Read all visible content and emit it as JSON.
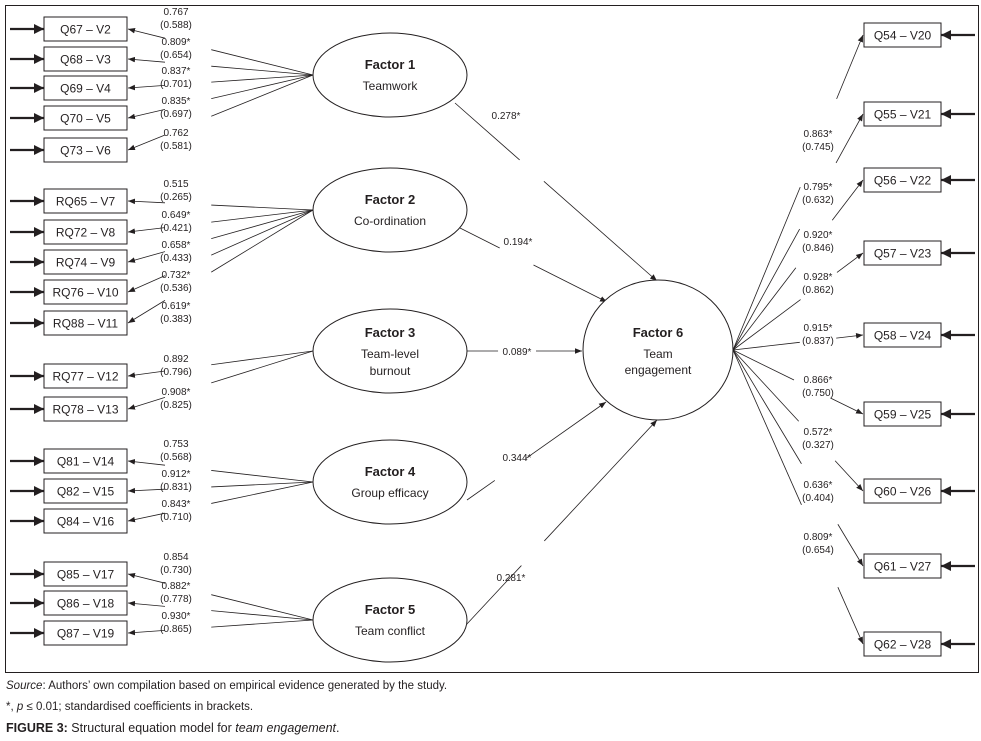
{
  "diagram": {
    "type": "structural-equation-model",
    "factors": [
      {
        "id": "f1",
        "title": "Factor 1",
        "subtitle": [
          "Teamwork"
        ],
        "indicators": [
          {
            "label": "Q67 – V2",
            "coef": "0.767",
            "std": "(0.588)"
          },
          {
            "label": "Q68 – V3",
            "coef": "0.809*",
            "std": "(0.654)"
          },
          {
            "label": "Q69 – V4",
            "coef": "0.837*",
            "std": "(0.701)"
          },
          {
            "label": "Q70 – V5",
            "coef": "0.835*",
            "std": "(0.697)"
          },
          {
            "label": "Q73 – V6",
            "coef": "0.762",
            "std": "(0.581)"
          }
        ],
        "path_to_outcome": "0.278*"
      },
      {
        "id": "f2",
        "title": "Factor 2",
        "subtitle": [
          "Co-ordination"
        ],
        "indicators": [
          {
            "label": "RQ65 – V7",
            "coef": "0.515",
            "std": "(0.265)"
          },
          {
            "label": "RQ72 – V8",
            "coef": "0.649*",
            "std": "(0.421)"
          },
          {
            "label": "RQ74 – V9",
            "coef": "0.658*",
            "std": "(0.433)"
          },
          {
            "label": "RQ76 – V10",
            "coef": "0.732*",
            "std": "(0.536)"
          },
          {
            "label": "RQ88 – V11",
            "coef": "0.619*",
            "std": "(0.383)"
          }
        ],
        "path_to_outcome": "0.194*"
      },
      {
        "id": "f3",
        "title": "Factor 3",
        "subtitle": [
          "Team-level",
          "burnout"
        ],
        "indicators": [
          {
            "label": "RQ77 – V12",
            "coef": "0.892",
            "std": "(0.796)"
          },
          {
            "label": "RQ78 – V13",
            "coef": "0.908*",
            "std": "(0.825)"
          }
        ],
        "path_to_outcome": "0.089*"
      },
      {
        "id": "f4",
        "title": "Factor 4",
        "subtitle": [
          "Group efficacy"
        ],
        "indicators": [
          {
            "label": "Q81 – V14",
            "coef": "0.753",
            "std": "(0.568)"
          },
          {
            "label": "Q82 – V15",
            "coef": "0.912*",
            "std": "(0.831)"
          },
          {
            "label": "Q84 – V16",
            "coef": "0.843*",
            "std": "(0.710)"
          }
        ],
        "path_to_outcome": "0.344*"
      },
      {
        "id": "f5",
        "title": "Factor 5",
        "subtitle": [
          "Team conflict"
        ],
        "indicators": [
          {
            "label": "Q85 – V17",
            "coef": "0.854",
            "std": "(0.730)"
          },
          {
            "label": "Q86 – V18",
            "coef": "0.882*",
            "std": "(0.778)"
          },
          {
            "label": "Q87 – V19",
            "coef": "0.930*",
            "std": "(0.865)"
          }
        ],
        "path_to_outcome": "0.281*"
      }
    ],
    "outcome": {
      "id": "f6",
      "title": "Factor 6",
      "subtitle": [
        "Team",
        "engagement"
      ],
      "indicators": [
        {
          "label": "Q54 – V20",
          "coef": "0.863*",
          "std": "(0.745)"
        },
        {
          "label": "Q55 – V21",
          "coef": "0.795*",
          "std": "(0.632)"
        },
        {
          "label": "Q56 – V22",
          "coef": "0.920*",
          "std": "(0.846)"
        },
        {
          "label": "Q57 – V23",
          "coef": "0.928*",
          "std": "(0.862)"
        },
        {
          "label": "Q58 – V24",
          "coef": "0.915*",
          "std": "(0.837)"
        },
        {
          "label": "Q59 – V25",
          "coef": "0.866*",
          "std": "(0.750)"
        },
        {
          "label": "Q60 – V26",
          "coef": "0.572*",
          "std": "(0.327)"
        },
        {
          "label": "Q61 – V27",
          "coef": "0.636*",
          "std": "(0.404)"
        },
        {
          "label": "Q62 – V28",
          "coef": "0.809*",
          "std": "(0.654)"
        }
      ]
    },
    "colors": {
      "line": "#231f20",
      "box_border": "#231f20",
      "background": "#ffffff"
    }
  },
  "captions": {
    "source_label": "Source",
    "source_text": ": Authors’ own compilation based on empirical evidence generated by the study.",
    "note_star": "*, ",
    "note_p": "p",
    "note_text": " ≤ 0.01; standardised coefficients in brackets.",
    "figure_label": "FIGURE 3:",
    "figure_text": " Structural equation model for ",
    "figure_italic": "team engagement",
    "figure_end": "."
  }
}
